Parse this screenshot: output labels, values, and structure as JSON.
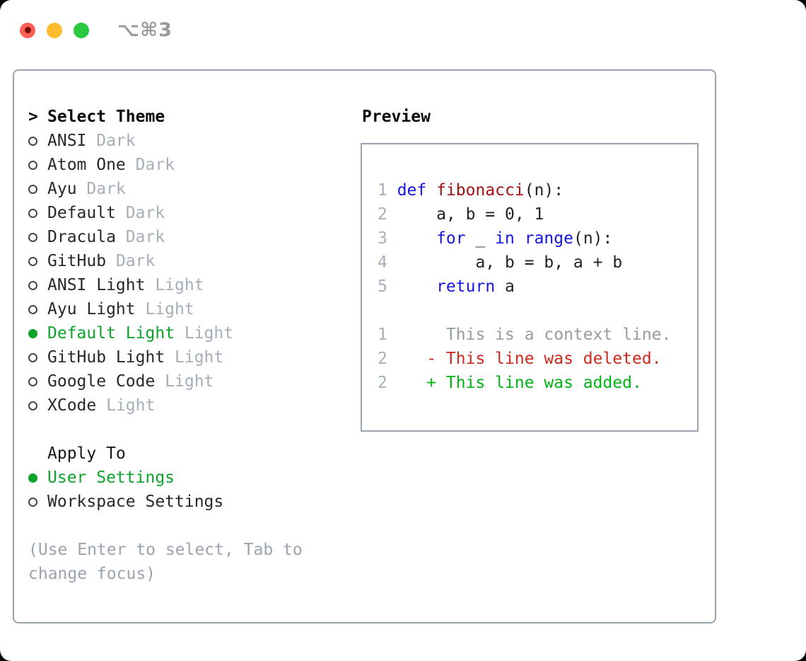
{
  "window": {
    "title": "⌥⌘3"
  },
  "theme_panel": {
    "prompt": ">",
    "header": "Select Theme",
    "items": [
      {
        "name": "ANSI",
        "tag": "Dark",
        "selected": false
      },
      {
        "name": "Atom One",
        "tag": "Dark",
        "selected": false
      },
      {
        "name": "Ayu",
        "tag": "Dark",
        "selected": false
      },
      {
        "name": "Default",
        "tag": "Dark",
        "selected": false
      },
      {
        "name": "Dracula",
        "tag": "Dark",
        "selected": false
      },
      {
        "name": "GitHub",
        "tag": "Dark",
        "selected": false
      },
      {
        "name": "ANSI Light",
        "tag": "Light",
        "selected": false
      },
      {
        "name": "Ayu Light",
        "tag": "Light",
        "selected": false
      },
      {
        "name": "Default Light",
        "tag": "Light",
        "selected": true
      },
      {
        "name": "GitHub Light",
        "tag": "Light",
        "selected": false
      },
      {
        "name": "Google Code",
        "tag": "Light",
        "selected": false
      },
      {
        "name": "XCode",
        "tag": "Light",
        "selected": false
      }
    ]
  },
  "apply_panel": {
    "header": "Apply To",
    "items": [
      {
        "name": "User Settings",
        "selected": true
      },
      {
        "name": "Workspace Settings",
        "selected": false
      }
    ]
  },
  "help_text": "(Use Enter to select, Tab to change focus)",
  "preview_panel": {
    "header": "Preview",
    "code_lines": [
      {
        "num": "1",
        "segments": [
          {
            "text": "def",
            "style": "keyword"
          },
          {
            "text": " ",
            "style": "plain"
          },
          {
            "text": "fibonacci",
            "style": "function"
          },
          {
            "text": "(n):",
            "style": "plain"
          }
        ]
      },
      {
        "num": "2",
        "segments": [
          {
            "text": "    a, b = 0, 1",
            "style": "plain"
          }
        ]
      },
      {
        "num": "3",
        "segments": [
          {
            "text": "    ",
            "style": "plain"
          },
          {
            "text": "for",
            "style": "keyword"
          },
          {
            "text": " _ ",
            "style": "plain"
          },
          {
            "text": "in",
            "style": "keyword"
          },
          {
            "text": " ",
            "style": "plain"
          },
          {
            "text": "range",
            "style": "keyword"
          },
          {
            "text": "(n):",
            "style": "plain"
          }
        ]
      },
      {
        "num": "4",
        "segments": [
          {
            "text": "        a, b = b, a + b",
            "style": "plain"
          }
        ]
      },
      {
        "num": "5",
        "segments": [
          {
            "text": "    ",
            "style": "plain"
          },
          {
            "text": "return",
            "style": "keyword"
          },
          {
            "text": " a",
            "style": "plain"
          }
        ]
      }
    ],
    "diff_lines": [
      {
        "num": "1",
        "text": "     This is a context line.",
        "style": "context"
      },
      {
        "num": "2",
        "text": "   - This line was deleted.",
        "style": "deleted"
      },
      {
        "num": "2",
        "text": "   + This line was added.",
        "style": "added"
      }
    ]
  },
  "colors": {
    "selection_green": "#0ca32b",
    "added_green": "#00b513",
    "deleted_red": "#cd2a1d",
    "keyword_blue": "#1515e6",
    "function_red": "#a31212",
    "muted_gray": "#a6aeb8",
    "border_gray": "#9aa3af",
    "traffic_red": "#ff5f57",
    "traffic_yellow": "#febc2e",
    "traffic_green": "#28c840"
  }
}
